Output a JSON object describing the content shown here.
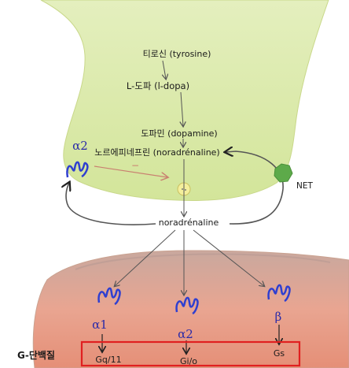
{
  "pathway": {
    "step1": "티로신 (tyrosine)",
    "step2": "L-도파 (l-dopa)",
    "step3": "도파민 (dopamine)",
    "step4": "노르에피네프린 (noradrénaline)",
    "released": "noradrénaline"
  },
  "transporter": {
    "label": "NET"
  },
  "presynaptic_receptor": {
    "label": "α2"
  },
  "postsynaptic_receptors": [
    {
      "label": "α1",
      "gprotein": "Gq/11"
    },
    {
      "label": "α2",
      "gprotein": "Gi/o"
    },
    {
      "label": "β",
      "gprotein": "Gs"
    }
  ],
  "gprotein_box": {
    "label": "G-단백질"
  },
  "inhibition_sign": "−",
  "colors": {
    "presynaptic_fill": "#dcebb0",
    "postsynaptic_fill": "#e7a08c",
    "receptor": "#2f3fd0",
    "net": "#5daa4a",
    "box_border": "#e02020",
    "arrow": "#555555",
    "feedback_arrow": "#c98070"
  }
}
